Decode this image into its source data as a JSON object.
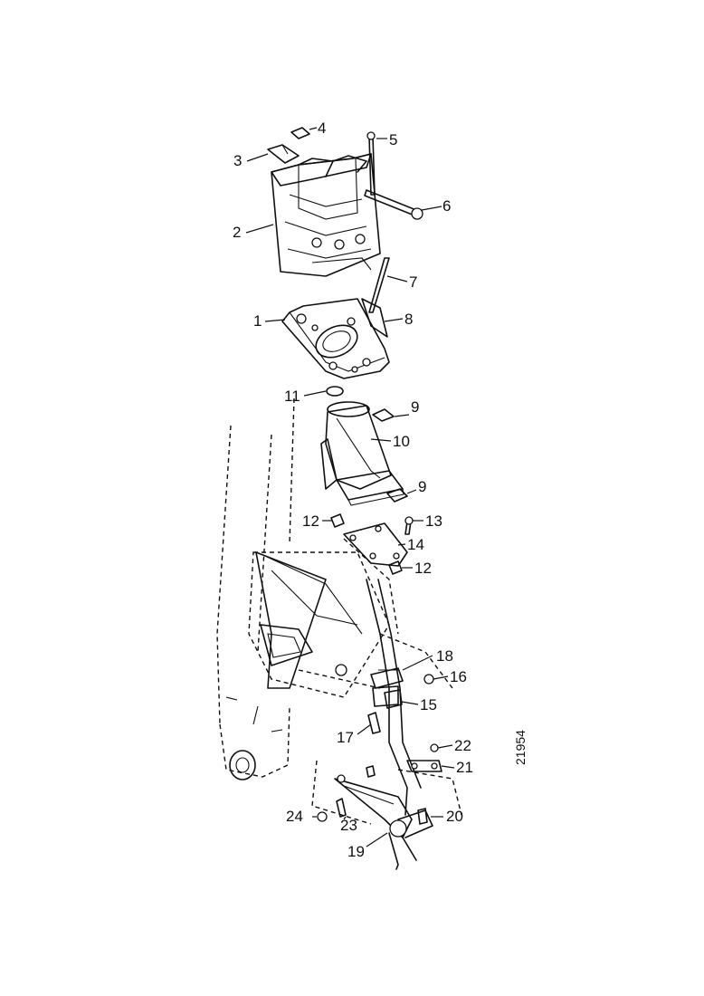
{
  "figure": {
    "reference_code": "21954",
    "callouts": [
      {
        "id": "c1",
        "label": "1"
      },
      {
        "id": "c2",
        "label": "2"
      },
      {
        "id": "c3",
        "label": "3"
      },
      {
        "id": "c4",
        "label": "4"
      },
      {
        "id": "c5",
        "label": "5"
      },
      {
        "id": "c6",
        "label": "6"
      },
      {
        "id": "c7",
        "label": "7"
      },
      {
        "id": "c8",
        "label": "8"
      },
      {
        "id": "c9a",
        "label": "9"
      },
      {
        "id": "c9b",
        "label": "9"
      },
      {
        "id": "c10",
        "label": "10"
      },
      {
        "id": "c11",
        "label": "11"
      },
      {
        "id": "c12a",
        "label": "12"
      },
      {
        "id": "c12b",
        "label": "12"
      },
      {
        "id": "c13",
        "label": "13"
      },
      {
        "id": "c14",
        "label": "14"
      },
      {
        "id": "c15",
        "label": "15"
      },
      {
        "id": "c16",
        "label": "16"
      },
      {
        "id": "c17",
        "label": "17"
      },
      {
        "id": "c18",
        "label": "18"
      },
      {
        "id": "c19",
        "label": "19"
      },
      {
        "id": "c20",
        "label": "20"
      },
      {
        "id": "c21",
        "label": "21"
      },
      {
        "id": "c22",
        "label": "22"
      },
      {
        "id": "c23",
        "label": "23"
      },
      {
        "id": "c24",
        "label": "24"
      }
    ]
  }
}
